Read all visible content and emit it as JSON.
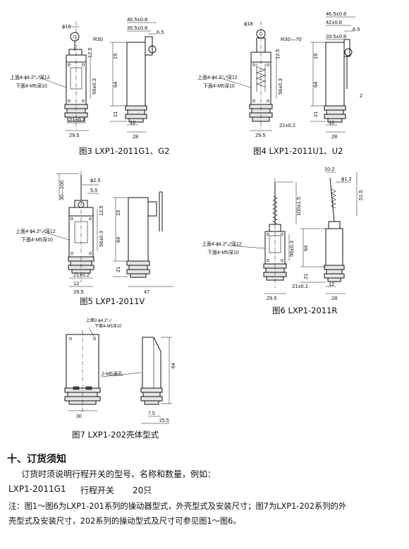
{
  "fig3": {
    "caption": "图3 LXP1-2011G1、G2",
    "dims": {
      "d_phi18": "ϕ18",
      "r30": "R30",
      "d465": "46.5±0.8",
      "d355": "35.5±0.8",
      "d65": "6.5",
      "d125": "12.5",
      "d19": "19",
      "d64": "64",
      "d56": "56±0.3",
      "d21v": "21",
      "d21h": "21±0.1",
      "d12": "12",
      "d28": "28",
      "d295": "29.5",
      "note1": "上面4-ϕ4.2⁰₀³深12",
      "note2": "下面4-M5深10"
    }
  },
  "fig4": {
    "caption": "图4 LXP1-2011U1、U2",
    "dims": {
      "d_phi18": "ϕ18",
      "r3070": "R30—70",
      "d465": "46.5±0.8",
      "d42": "42±0.8",
      "d335": "33.5±0.8",
      "d65": "6.5",
      "d125": "12.5",
      "d19": "19",
      "d64": "64",
      "d56": "56±0.3",
      "d2": "2",
      "d21v": "21",
      "d21h": "21±0.2",
      "d12": "12",
      "d28": "28",
      "d295": "29.5",
      "note1": "上面4-ϕ4.2⁰₀³深12",
      "note2": "下面4-M5深10"
    }
  },
  "fig5": {
    "caption": "图5 LXP1-2011V",
    "dims": {
      "d_phi25": "ϕ2.5",
      "d30100": "30—100",
      "d55": "5.5",
      "d125": "12.5",
      "d19": "19",
      "d64": "64",
      "d56": "56±0.3",
      "d21v": "21",
      "d21h": "21±0.2",
      "d12": "12",
      "d295": "29.5",
      "d47": "47",
      "note1": "上面4-ϕ4.2⁰₀³深12",
      "note2": "下面4-M5深10"
    }
  },
  "fig6": {
    "caption": "图6 LXP1-2011R",
    "dims": {
      "d102": "10.2",
      "d_phi12": "ϕ1.2",
      "d515": "51.5",
      "d1001": "100±1.5",
      "d64": "64",
      "d56": "56±0.3",
      "d21v": "21",
      "d21h": "21±0.1",
      "d12": "12",
      "d28": "28",
      "d295": "29.5",
      "note1": "上面4-ϕ4.2⁰₀³深12",
      "note2": "下面4-M5深10"
    }
  },
  "fig7": {
    "caption": "图7 LXP1-202壳体型式",
    "dims": {
      "note1": "上面2-ϕ4.2⁰₀³",
      "note2": "下面4-M5深10",
      "hole": "2-M5通孔",
      "d64": "64",
      "d30": "30",
      "d75": "7.5",
      "d255": "25.5"
    }
  },
  "section": {
    "title": "十、订货须知",
    "line1": "订货时须说明行程开关的型号、名称和数量，例如：",
    "ex_model": "LXP1-2011G1",
    "ex_name": "行程开关",
    "ex_qty": "20只",
    "note_a": "注：图1～图6为LXP1-201系列的操动器型式，外壳型式及安装尺寸；图7为LXP1-202系列的外",
    "note_b": "壳型式及安装尺寸，202系列的操动型式及尺寸可参见图1～图6。"
  }
}
